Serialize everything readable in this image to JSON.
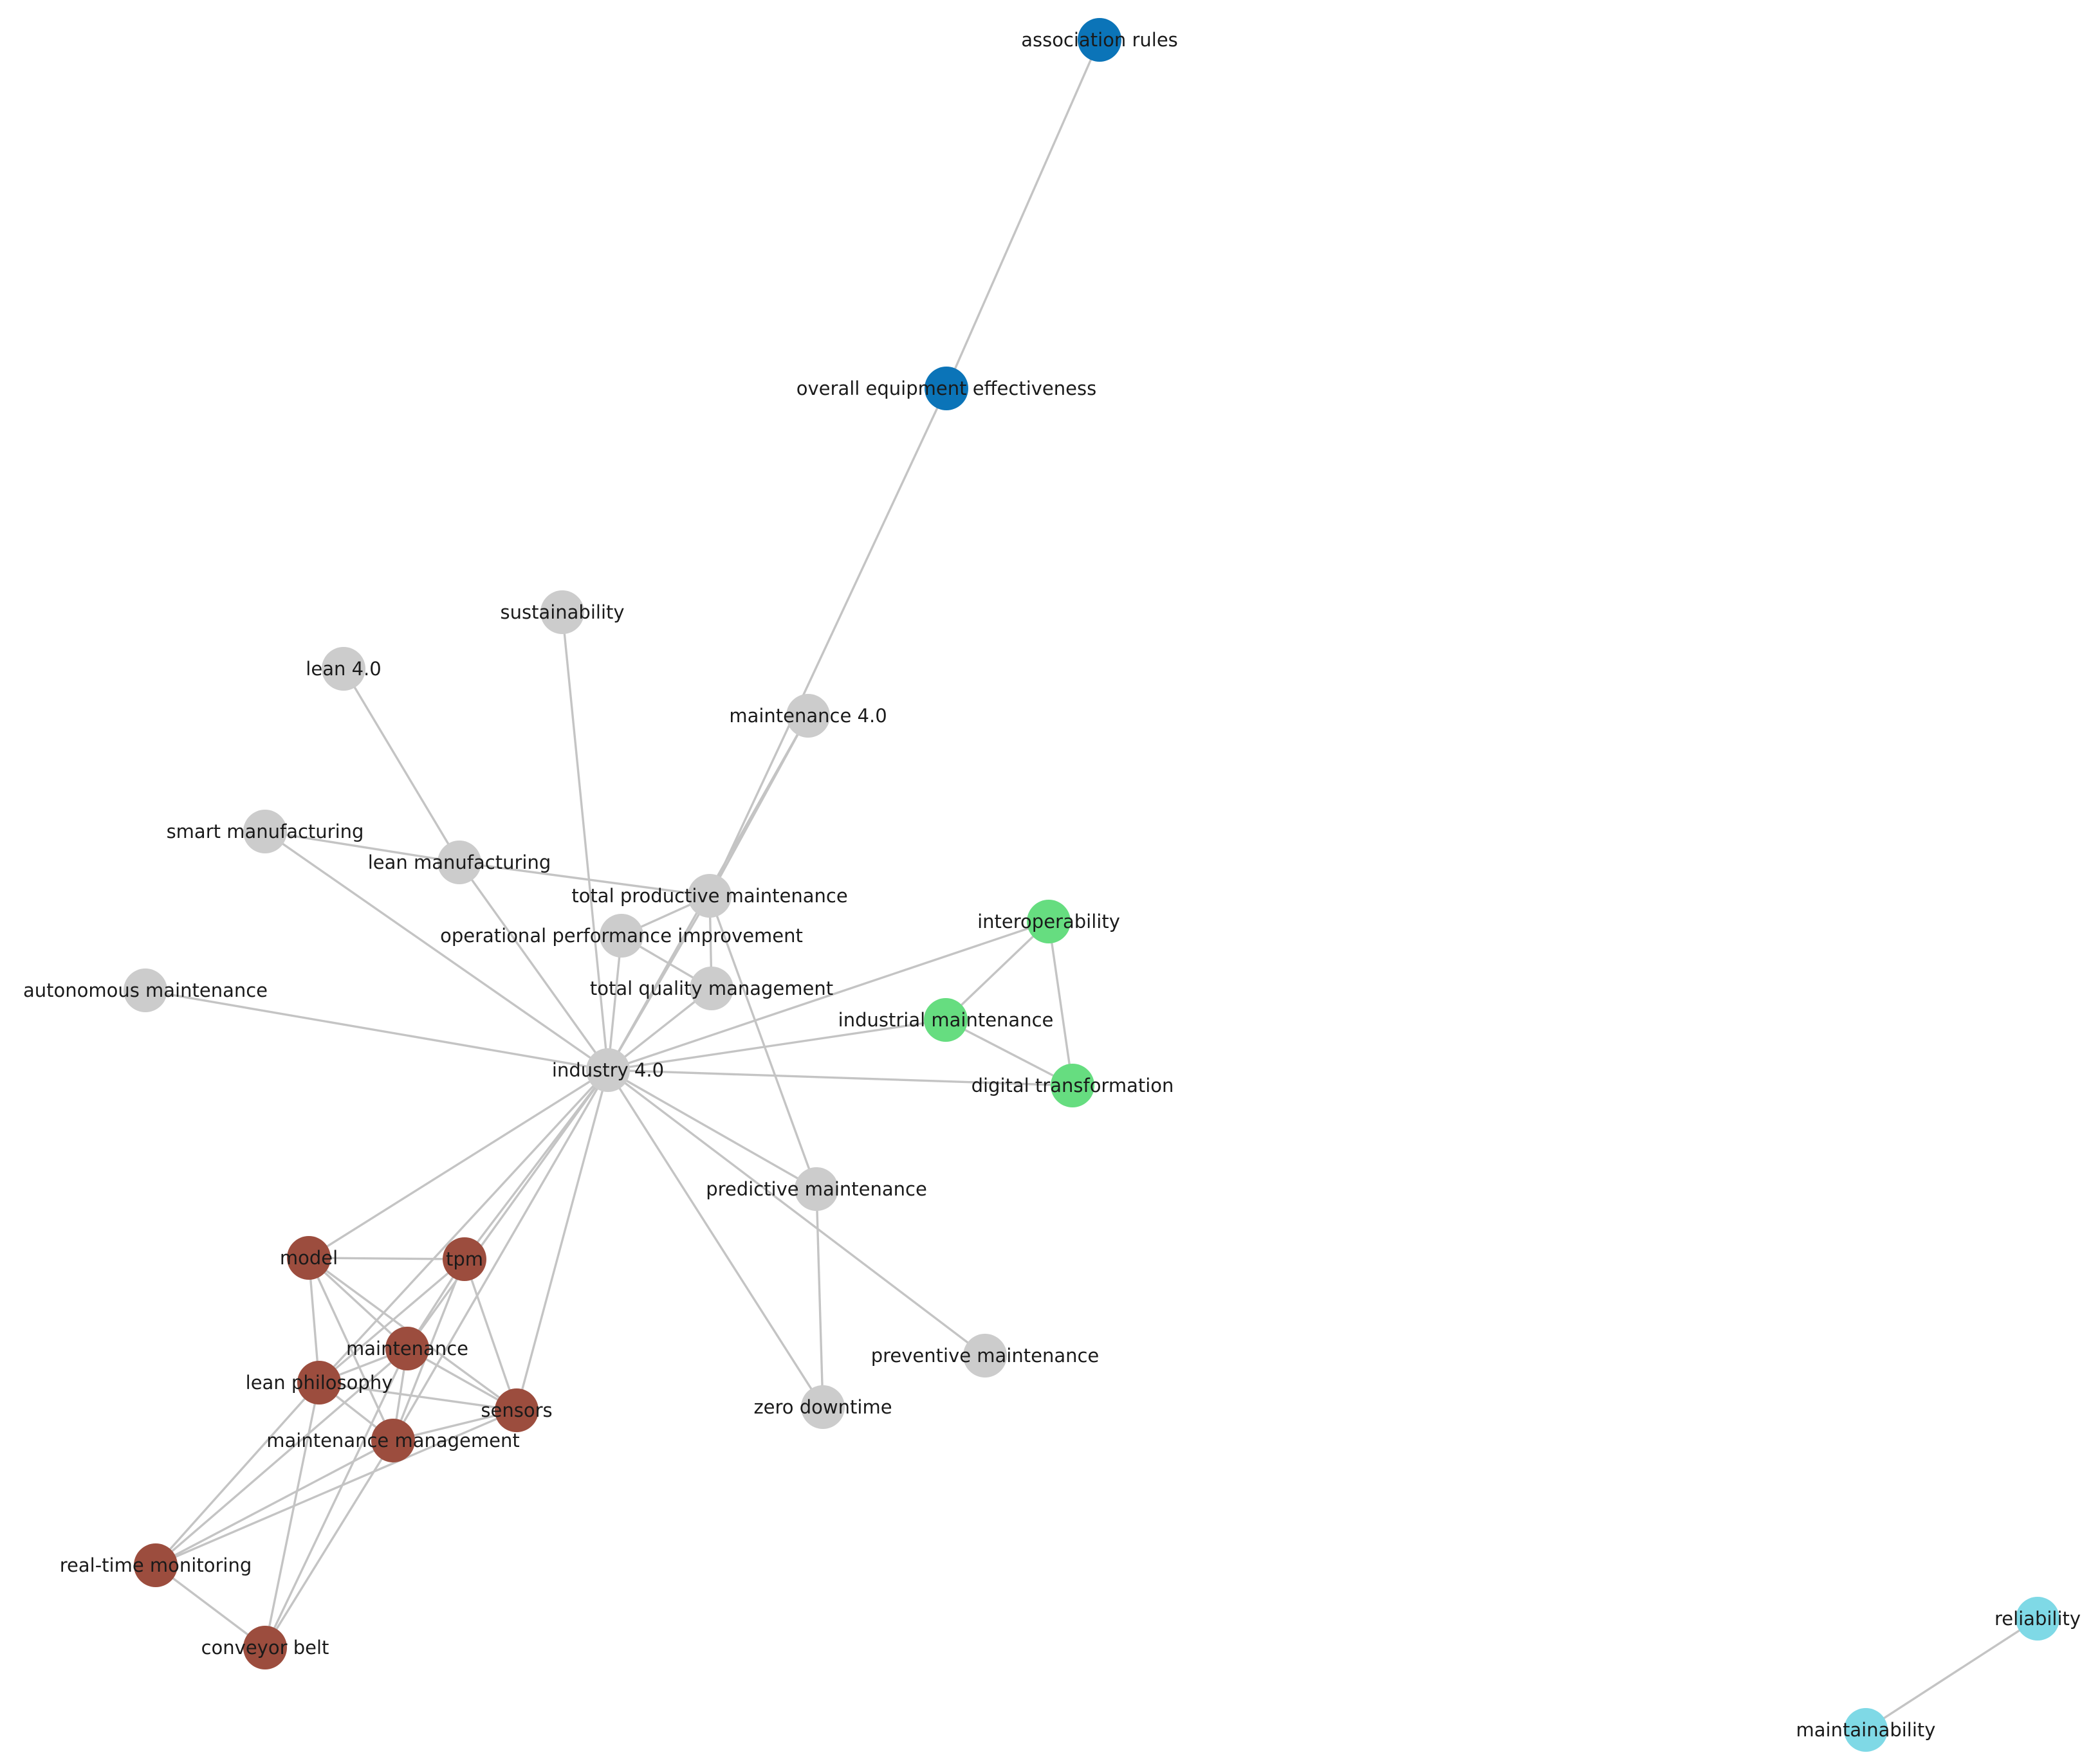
{
  "clusters": {
    "gray": "#cccccc",
    "blue": "#0b74b8",
    "green": "#66dd80",
    "brown": "#9c4d3e",
    "cyan": "#7fd9e6"
  },
  "nodes": [
    {
      "id": "association-rules",
      "label": "association rules",
      "cluster": "blue"
    },
    {
      "id": "overall-equipment-effectiveness",
      "label": "overall equipment effectiveness",
      "cluster": "blue"
    },
    {
      "id": "sustainability",
      "label": "sustainability",
      "cluster": "gray"
    },
    {
      "id": "lean-4-0",
      "label": "lean 4.0",
      "cluster": "gray"
    },
    {
      "id": "maintenance-4-0",
      "label": "maintenance 4.0",
      "cluster": "gray"
    },
    {
      "id": "smart-manufacturing",
      "label": "smart manufacturing",
      "cluster": "gray"
    },
    {
      "id": "lean-manufacturing",
      "label": "lean manufacturing",
      "cluster": "gray"
    },
    {
      "id": "total-productive-maintenance",
      "label": "total productive maintenance",
      "cluster": "gray"
    },
    {
      "id": "operational-performance-improvement",
      "label": "operational performance improvement",
      "cluster": "gray"
    },
    {
      "id": "autonomous-maintenance",
      "label": "autonomous maintenance",
      "cluster": "gray"
    },
    {
      "id": "total-quality-management",
      "label": "total quality management",
      "cluster": "gray"
    },
    {
      "id": "industry-4-0",
      "label": "industry 4.0",
      "cluster": "gray"
    },
    {
      "id": "predictive-maintenance",
      "label": "predictive maintenance",
      "cluster": "gray"
    },
    {
      "id": "preventive-maintenance",
      "label": "preventive maintenance",
      "cluster": "gray"
    },
    {
      "id": "zero-downtime",
      "label": "zero downtime",
      "cluster": "gray"
    },
    {
      "id": "interoperability",
      "label": "interoperability",
      "cluster": "green"
    },
    {
      "id": "industrial-maintenance",
      "label": "industrial maintenance",
      "cluster": "green"
    },
    {
      "id": "digital-transformation",
      "label": "digital transformation",
      "cluster": "green"
    },
    {
      "id": "model",
      "label": "model",
      "cluster": "brown"
    },
    {
      "id": "tpm",
      "label": "tpm",
      "cluster": "brown"
    },
    {
      "id": "maintenance",
      "label": "maintenance",
      "cluster": "brown"
    },
    {
      "id": "lean-philosophy",
      "label": "lean philosophy",
      "cluster": "brown"
    },
    {
      "id": "sensors",
      "label": "sensors",
      "cluster": "brown"
    },
    {
      "id": "maintenance-management",
      "label": "maintenance management",
      "cluster": "brown"
    },
    {
      "id": "real-time-monitoring",
      "label": "real-time monitoring",
      "cluster": "brown"
    },
    {
      "id": "conveyor-belt",
      "label": "conveyor belt",
      "cluster": "brown"
    },
    {
      "id": "reliability",
      "label": "reliability",
      "cluster": "cyan"
    },
    {
      "id": "maintainability",
      "label": "maintainability",
      "cluster": "cyan"
    }
  ],
  "edges": [
    [
      "association-rules",
      "overall-equipment-effectiveness"
    ],
    [
      "overall-equipment-effectiveness",
      "total-productive-maintenance"
    ],
    [
      "maintenance-4-0",
      "total-productive-maintenance"
    ],
    [
      "maintenance-4-0",
      "industry-4-0"
    ],
    [
      "sustainability",
      "industry-4-0"
    ],
    [
      "lean-4-0",
      "lean-manufacturing"
    ],
    [
      "smart-manufacturing",
      "lean-manufacturing"
    ],
    [
      "smart-manufacturing",
      "industry-4-0"
    ],
    [
      "lean-manufacturing",
      "industry-4-0"
    ],
    [
      "lean-manufacturing",
      "total-productive-maintenance"
    ],
    [
      "total-productive-maintenance",
      "industry-4-0"
    ],
    [
      "total-productive-maintenance",
      "operational-performance-improvement"
    ],
    [
      "total-productive-maintenance",
      "total-quality-management"
    ],
    [
      "total-productive-maintenance",
      "predictive-maintenance"
    ],
    [
      "operational-performance-improvement",
      "total-quality-management"
    ],
    [
      "operational-performance-improvement",
      "industry-4-0"
    ],
    [
      "total-quality-management",
      "industry-4-0"
    ],
    [
      "autonomous-maintenance",
      "industry-4-0"
    ],
    [
      "industry-4-0",
      "interoperability"
    ],
    [
      "industry-4-0",
      "industrial-maintenance"
    ],
    [
      "industry-4-0",
      "digital-transformation"
    ],
    [
      "industry-4-0",
      "predictive-maintenance"
    ],
    [
      "industry-4-0",
      "preventive-maintenance"
    ],
    [
      "industry-4-0",
      "zero-downtime"
    ],
    [
      "industry-4-0",
      "model"
    ],
    [
      "industry-4-0",
      "tpm"
    ],
    [
      "industry-4-0",
      "maintenance"
    ],
    [
      "industry-4-0",
      "lean-philosophy"
    ],
    [
      "industry-4-0",
      "sensors"
    ],
    [
      "industry-4-0",
      "maintenance-management"
    ],
    [
      "interoperability",
      "industrial-maintenance"
    ],
    [
      "interoperability",
      "digital-transformation"
    ],
    [
      "industrial-maintenance",
      "digital-transformation"
    ],
    [
      "predictive-maintenance",
      "zero-downtime"
    ],
    [
      "model",
      "tpm"
    ],
    [
      "model",
      "maintenance"
    ],
    [
      "model",
      "lean-philosophy"
    ],
    [
      "model",
      "sensors"
    ],
    [
      "model",
      "maintenance-management"
    ],
    [
      "tpm",
      "maintenance"
    ],
    [
      "tpm",
      "lean-philosophy"
    ],
    [
      "tpm",
      "sensors"
    ],
    [
      "tpm",
      "maintenance-management"
    ],
    [
      "maintenance",
      "lean-philosophy"
    ],
    [
      "maintenance",
      "sensors"
    ],
    [
      "maintenance",
      "maintenance-management"
    ],
    [
      "maintenance",
      "real-time-monitoring"
    ],
    [
      "maintenance",
      "conveyor-belt"
    ],
    [
      "lean-philosophy",
      "sensors"
    ],
    [
      "lean-philosophy",
      "maintenance-management"
    ],
    [
      "lean-philosophy",
      "real-time-monitoring"
    ],
    [
      "lean-philosophy",
      "conveyor-belt"
    ],
    [
      "sensors",
      "maintenance-management"
    ],
    [
      "sensors",
      "real-time-monitoring"
    ],
    [
      "maintenance-management",
      "real-time-monitoring"
    ],
    [
      "maintenance-management",
      "conveyor-belt"
    ],
    [
      "real-time-monitoring",
      "conveyor-belt"
    ],
    [
      "reliability",
      "maintainability"
    ]
  ]
}
